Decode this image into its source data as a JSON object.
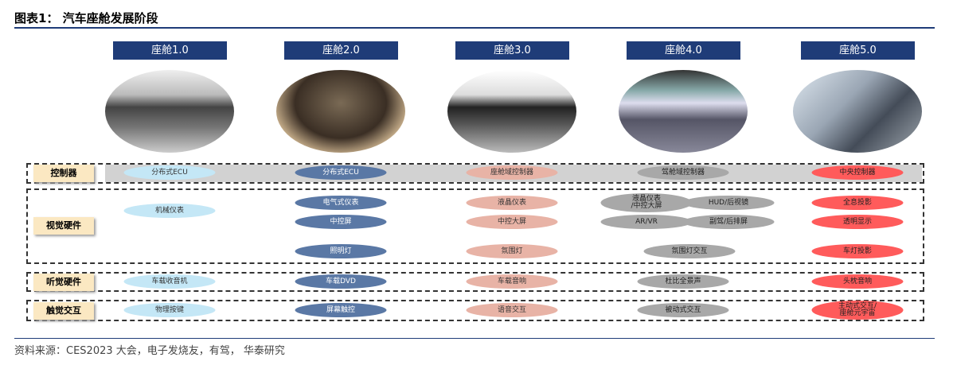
{
  "title": "图表1： 汽车座舱发展阶段",
  "source": "资料来源：CES2023 大会，电子发烧友，有驾， 华泰研究",
  "stages": [
    "座舱1.0",
    "座舱2.0",
    "座舱3.0",
    "座舱4.0",
    "座舱5.0"
  ],
  "rows": [
    {
      "label": "控制器",
      "items": [
        [
          "分布式ECU"
        ],
        [
          "分布式ECU"
        ],
        [
          "座舱域控制器"
        ],
        [
          "驾舱域控制器"
        ],
        [
          "中央控制器"
        ]
      ]
    },
    {
      "label": "视觉硬件",
      "items": [
        [
          "机械仪表"
        ],
        [
          "电气式仪表",
          "中控屏",
          "照明灯"
        ],
        [
          "液晶仪表",
          "中控大屏",
          "氛围灯"
        ],
        [
          "液晶仪表\n/中控大屏",
          "HUD/后视镜",
          "AR/VR",
          "副驾/后排屏",
          "氛围灯交互"
        ],
        [
          "全息投影",
          "透明显示",
          "车灯投影"
        ]
      ]
    },
    {
      "label": "听觉硬件",
      "items": [
        [
          "车载收音机"
        ],
        [
          "车载DVD"
        ],
        [
          "车载音响"
        ],
        [
          "杜比全景声"
        ],
        [
          "头枕音响"
        ]
      ]
    },
    {
      "label": "触觉交互",
      "items": [
        [
          "物理按键"
        ],
        [
          "屏幕触控"
        ],
        [
          "语音交互"
        ],
        [
          "被动式交互"
        ],
        [
          "主动式交互/\n座舱元宇宙"
        ]
      ]
    }
  ],
  "colors": [
    "#c4e7f6",
    "#5a78a5",
    "#e8b3a6",
    "#a8a8a8",
    "#ff5b5b"
  ]
}
